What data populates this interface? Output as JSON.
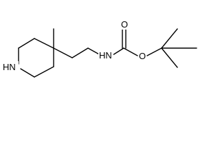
{
  "molecule": {
    "atoms": [
      {
        "id": "nh_ring",
        "label": "HN"
      },
      {
        "id": "nh_carbamate",
        "label": "HN"
      },
      {
        "id": "o_ester",
        "label": "O"
      },
      {
        "id": "o_carbonyl",
        "label": "O"
      }
    ],
    "colors": {
      "bond": "#000000",
      "label": "#000000",
      "background": "#ffffff"
    }
  }
}
